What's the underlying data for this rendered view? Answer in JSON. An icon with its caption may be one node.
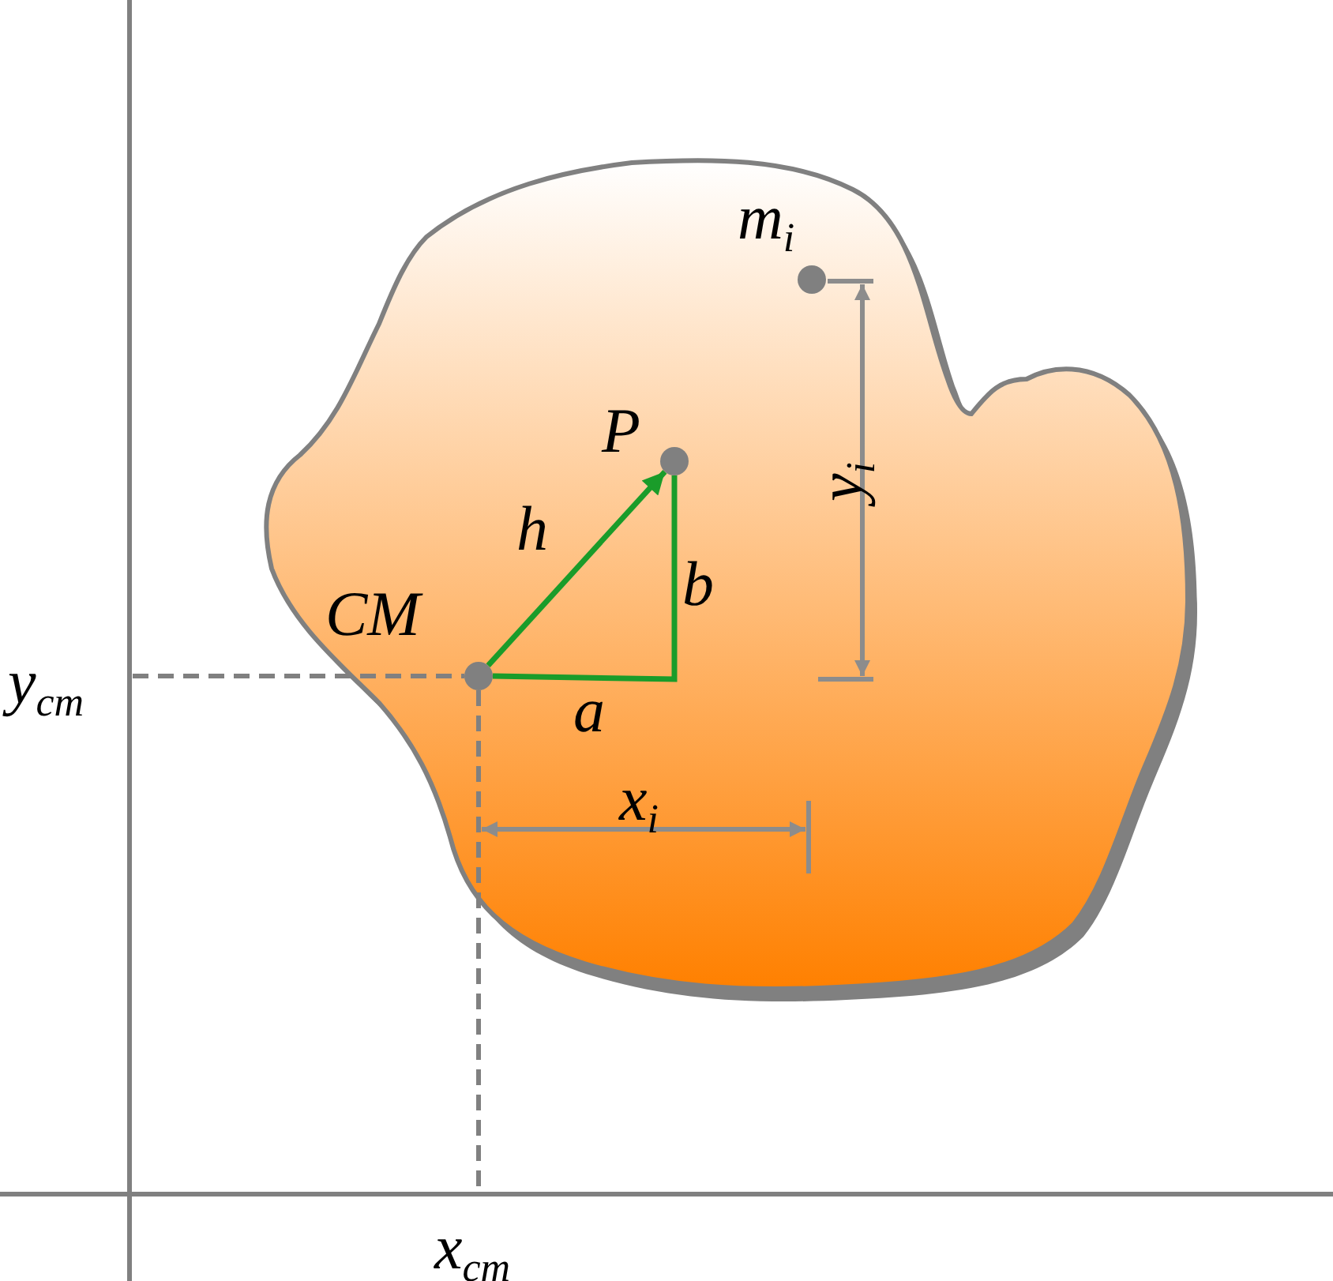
{
  "diagram": {
    "nodes": [
      {
        "text": [],
        "shape": "cloud"
      },
      {
        "text": [],
        "shape": "circle",
        "beside": [
          "CM"
        ],
        "in": 0
      },
      {
        "text": [],
        "shape": "circle",
        "beside": [
          "P"
        ],
        "in": 0
      },
      {
        "text": [],
        "shape": "circle",
        "beside": [
          "m$_{i}$"
        ],
        "in": 0
      }
    ],
    "edges": [
      {
        "from": 1,
        "to": 2,
        "arrow": "to",
        "label": "h",
        "color": "#1a9c2a"
      }
    ],
    "labels": [
      "y$_{cm}$",
      "x$_{cm}$",
      "x$_{i}$",
      "y$_{i}$",
      "a",
      "b"
    ]
  }
}
